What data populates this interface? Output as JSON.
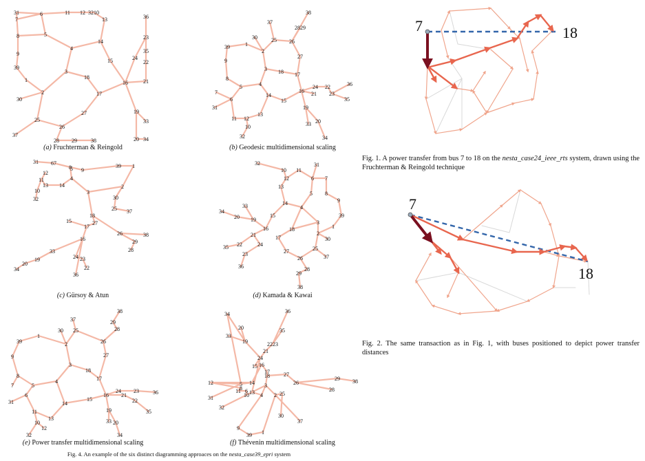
{
  "panels": [
    {
      "id": "a",
      "letter": "(a)",
      "title": "Fruchterman & Reingold",
      "nodes": [
        {
          "label": "31"
        },
        {
          "label": "7"
        },
        {
          "label": "6"
        },
        {
          "label": "11"
        },
        {
          "label": "12"
        },
        {
          "label": "3210"
        },
        {
          "label": "13"
        },
        {
          "label": "8"
        },
        {
          "label": "5"
        },
        {
          "label": "9"
        },
        {
          "label": "4"
        },
        {
          "label": "14"
        },
        {
          "label": "39"
        },
        {
          "label": "3"
        },
        {
          "label": "1"
        },
        {
          "label": "18"
        },
        {
          "label": "2"
        },
        {
          "label": "17"
        },
        {
          "label": "30"
        },
        {
          "label": "27"
        },
        {
          "label": "25"
        },
        {
          "label": "26"
        },
        {
          "label": "37"
        },
        {
          "label": "28"
        },
        {
          "label": "29"
        },
        {
          "label": "38"
        },
        {
          "label": "36"
        },
        {
          "label": "23"
        },
        {
          "label": "35"
        },
        {
          "label": "24"
        },
        {
          "label": "22"
        },
        {
          "label": "15"
        },
        {
          "label": "16"
        },
        {
          "label": "21"
        },
        {
          "label": "19"
        },
        {
          "label": "33"
        },
        {
          "label": "20"
        },
        {
          "label": "34"
        }
      ]
    },
    {
      "id": "b",
      "letter": "(b)",
      "title": "Geodesic multidimensional scaling",
      "nodes": [
        {
          "label": "38"
        },
        {
          "label": "37"
        },
        {
          "label": "2829"
        },
        {
          "label": "30"
        },
        {
          "label": "25"
        },
        {
          "label": "26"
        },
        {
          "label": "39"
        },
        {
          "label": "1"
        },
        {
          "label": "2"
        },
        {
          "label": "27"
        },
        {
          "label": "9"
        },
        {
          "label": "3"
        },
        {
          "label": "18"
        },
        {
          "label": "17"
        },
        {
          "label": "8"
        },
        {
          "label": "5"
        },
        {
          "label": "4"
        },
        {
          "label": "16"
        },
        {
          "label": "24"
        },
        {
          "label": "21"
        },
        {
          "label": "22"
        },
        {
          "label": "23"
        },
        {
          "label": "36"
        },
        {
          "label": "35"
        },
        {
          "label": "7"
        },
        {
          "label": "6"
        },
        {
          "label": "14"
        },
        {
          "label": "15"
        },
        {
          "label": "31"
        },
        {
          "label": "19"
        },
        {
          "label": "11"
        },
        {
          "label": "12"
        },
        {
          "label": "13"
        },
        {
          "label": "10"
        },
        {
          "label": "33"
        },
        {
          "label": "20"
        },
        {
          "label": "32"
        },
        {
          "label": "34"
        }
      ]
    },
    {
      "id": "c",
      "letter": "(c)",
      "title": "Gürsoy & Atun",
      "nodes": [
        {
          "label": "31"
        },
        {
          "label": "67"
        },
        {
          "label": "8"
        },
        {
          "label": "5"
        },
        {
          "label": "9"
        },
        {
          "label": "39"
        },
        {
          "label": "1"
        },
        {
          "label": "12"
        },
        {
          "label": "11"
        },
        {
          "label": "4"
        },
        {
          "label": "2"
        },
        {
          "label": "13"
        },
        {
          "label": "14"
        },
        {
          "label": "10"
        },
        {
          "label": "3"
        },
        {
          "label": "32"
        },
        {
          "label": "30"
        },
        {
          "label": "25"
        },
        {
          "label": "37"
        },
        {
          "label": "18"
        },
        {
          "label": "15"
        },
        {
          "label": "27"
        },
        {
          "label": "17"
        },
        {
          "label": "26"
        },
        {
          "label": "38"
        },
        {
          "label": "16"
        },
        {
          "label": "29"
        },
        {
          "label": "28"
        },
        {
          "label": "33"
        },
        {
          "label": "19"
        },
        {
          "label": "24"
        },
        {
          "label": "23"
        },
        {
          "label": "20"
        },
        {
          "label": "22"
        },
        {
          "label": "34"
        },
        {
          "label": "36"
        }
      ]
    },
    {
      "id": "d",
      "letter": "(d)",
      "title": "Kamada & Kawai",
      "nodes": [
        {
          "label": "32"
        },
        {
          "label": "10"
        },
        {
          "label": "11"
        },
        {
          "label": "31"
        },
        {
          "label": "12"
        },
        {
          "label": "6"
        },
        {
          "label": "7"
        },
        {
          "label": "13"
        },
        {
          "label": "5"
        },
        {
          "label": "8"
        },
        {
          "label": "9"
        },
        {
          "label": "33"
        },
        {
          "label": "14"
        },
        {
          "label": "4"
        },
        {
          "label": "34"
        },
        {
          "label": "20"
        },
        {
          "label": "15"
        },
        {
          "label": "39"
        },
        {
          "label": "19"
        },
        {
          "label": "16"
        },
        {
          "label": "18"
        },
        {
          "label": "1"
        },
        {
          "label": "21"
        },
        {
          "label": "3"
        },
        {
          "label": "2"
        },
        {
          "label": "17"
        },
        {
          "label": "30"
        },
        {
          "label": "22"
        },
        {
          "label": "24"
        },
        {
          "label": "35"
        },
        {
          "label": "27"
        },
        {
          "label": "25"
        },
        {
          "label": "23"
        },
        {
          "label": "26"
        },
        {
          "label": "37"
        },
        {
          "label": "36"
        },
        {
          "label": "28"
        },
        {
          "label": "29"
        },
        {
          "label": "38"
        }
      ]
    },
    {
      "id": "e",
      "letter": "(e)",
      "title": "Power transfer multidimensional scaling",
      "nodes": [
        {
          "label": "38"
        },
        {
          "label": "37"
        },
        {
          "label": "29"
        },
        {
          "label": "30"
        },
        {
          "label": "25"
        },
        {
          "label": "28"
        },
        {
          "label": "39"
        },
        {
          "label": "1"
        },
        {
          "label": "2"
        },
        {
          "label": "26"
        },
        {
          "label": "9"
        },
        {
          "label": "27"
        },
        {
          "label": "3"
        },
        {
          "label": "18"
        },
        {
          "label": "8"
        },
        {
          "label": "4"
        },
        {
          "label": "17"
        },
        {
          "label": "7"
        },
        {
          "label": "5"
        },
        {
          "label": "24"
        },
        {
          "label": "23"
        },
        {
          "label": "36"
        },
        {
          "label": "6"
        },
        {
          "label": "16"
        },
        {
          "label": "21"
        },
        {
          "label": "22"
        },
        {
          "label": "31"
        },
        {
          "label": "14"
        },
        {
          "label": "15"
        },
        {
          "label": "35"
        },
        {
          "label": "11"
        },
        {
          "label": "19"
        },
        {
          "label": "13"
        },
        {
          "label": "10"
        },
        {
          "label": "12"
        },
        {
          "label": "33"
        },
        {
          "label": "20"
        },
        {
          "label": "32"
        },
        {
          "label": "34"
        }
      ]
    },
    {
      "id": "f",
      "letter": "(f)",
      "title": "Thévenin multidimensional scaling",
      "nodes": [
        {
          "label": "34"
        },
        {
          "label": "36"
        },
        {
          "label": "20"
        },
        {
          "label": "35"
        },
        {
          "label": "33"
        },
        {
          "label": "19"
        },
        {
          "label": "2223"
        },
        {
          "label": "21"
        },
        {
          "label": "24"
        },
        {
          "label": "15"
        },
        {
          "label": "16"
        },
        {
          "label": "17"
        },
        {
          "label": "18"
        },
        {
          "label": "27"
        },
        {
          "label": "12"
        },
        {
          "label": "5"
        },
        {
          "label": "14"
        },
        {
          "label": "29"
        },
        {
          "label": "38"
        },
        {
          "label": "26"
        },
        {
          "label": "8"
        },
        {
          "label": "11"
        },
        {
          "label": "6"
        },
        {
          "label": "10"
        },
        {
          "label": "13"
        },
        {
          "label": "28"
        },
        {
          "label": "31"
        },
        {
          "label": "3"
        },
        {
          "label": "4"
        },
        {
          "label": "2"
        },
        {
          "label": "25"
        },
        {
          "label": "32"
        },
        {
          "label": "30"
        },
        {
          "label": "37"
        },
        {
          "label": "9"
        },
        {
          "label": "39"
        },
        {
          "label": "1"
        }
      ]
    }
  ],
  "fig1": {
    "from_label": "7",
    "to_label": "18",
    "caption_lines": [
      "Fig. 1.  A power transfer from bus 7 to 18 on the ",
      "nesta_case24_ieee_rts",
      " system, drawn using the Fruchterman & Reingold technique"
    ]
  },
  "fig2": {
    "from_label": "7",
    "to_label": "18",
    "caption": "Fig. 2.  The same transaction as in Fig. 1, with buses positioned to depict power transfer distances"
  },
  "fig4": {
    "prefix": "Fig. 4.  An example of the six distinct diagramming approaces on the ",
    "system": "nesta_case39_epri",
    "suffix": " system"
  },
  "colors": {
    "edge": "#f4b8a6",
    "flow_dark": "#7a1020",
    "flow": "#e8664e",
    "flow_light": "#f0a58c",
    "dashed": "#3366aa",
    "faint": "#d8d8d8"
  }
}
